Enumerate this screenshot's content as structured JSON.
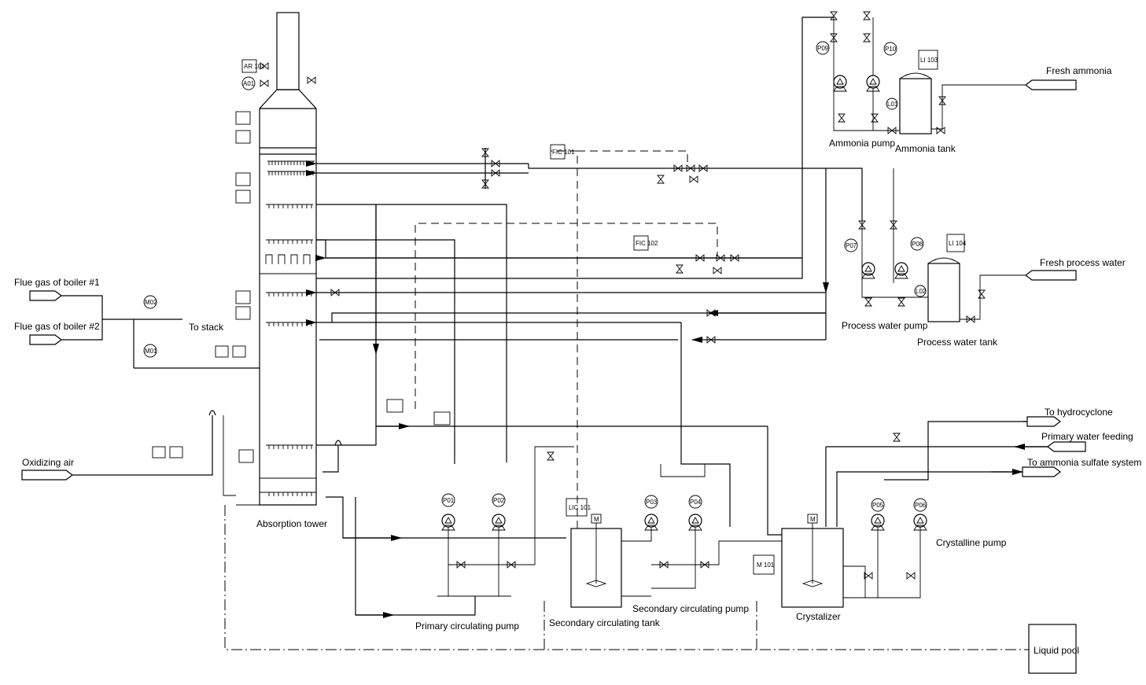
{
  "diagram": {
    "streams": {
      "flue_gas_1": "Flue gas of boiler #1",
      "flue_gas_2": "Flue gas of boiler #2",
      "to_stack": "To stack",
      "oxidizing_air": "Oxidizing air",
      "fresh_ammonia": "Fresh ammonia",
      "fresh_process_water": "Fresh process water",
      "to_hydrocyclone": "To hydrocyclone",
      "primary_water_feeding": "Primary water feeding",
      "to_ammonia_sulfate": "To ammonia sulfate system"
    },
    "equipment": {
      "absorption_tower": "Absorption tower",
      "ammonia_pump": "Ammonia pump",
      "ammonia_tank": "Ammonia tank",
      "process_water_pump": "Process water pump",
      "process_water_tank": "Process water tank",
      "primary_circulating_pump": "Primary circulating pump",
      "secondary_circulating_tank": "Secondary circulating tank",
      "secondary_circulating_pump": "Secondary circulating pump",
      "crystalizer": "Crystalizer",
      "crystalline_pump": "Crystalline pump",
      "liquid_pool": "Liquid pool"
    },
    "pumps": [
      "P01",
      "P02",
      "P03",
      "P04",
      "P05",
      "P06",
      "P07",
      "P08",
      "P09",
      "P10"
    ],
    "instruments": {
      "ar101": "AR 101",
      "a01": "A01",
      "m02": "M02",
      "m01": "M01",
      "lic101": "LIC 101",
      "m101": "M 101",
      "fic101": "FIC 101",
      "fic102": "FIC 102",
      "li103": "LI 103",
      "li104": "LI 104",
      "l01": "L01",
      "l02": "L02",
      "m": "M"
    }
  }
}
